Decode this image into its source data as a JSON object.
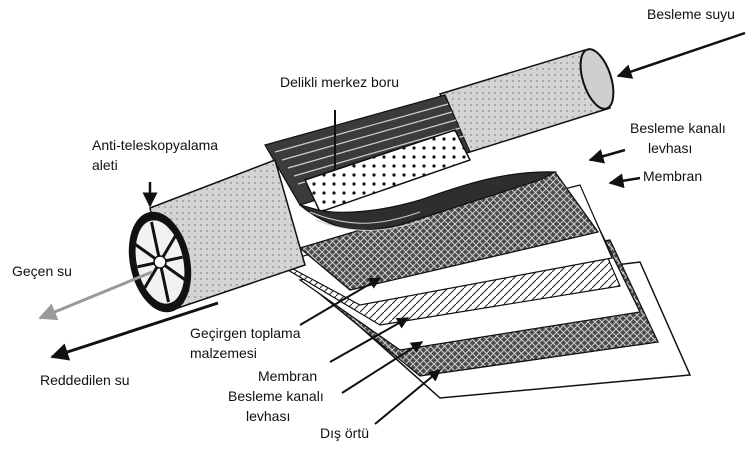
{
  "labels": {
    "besleme_suyu": "Besleme suyu",
    "delikli_merkez_boru": "Delikli merkez boru",
    "besleme_kanali_levhasi_top_line1": "Besleme kanalı",
    "besleme_kanali_levhasi_top_line2": "levhası",
    "membran_top": "Membran",
    "anti_teleskopyalama_line1": "Anti-teleskopyalama",
    "anti_teleskopyalama_line2": "aleti",
    "gecen_su": "Geçen su",
    "gecirgen_toplama_line1": "Geçirgen toplama",
    "gecirgen_toplama_line2": "malzemesi",
    "reddedilen_su": "Reddedilen su",
    "membran_bottom": "Membran",
    "besleme_kanali_levhasi_bottom_line1": "Besleme kanalı",
    "besleme_kanali_levhasi_bottom_line2": "levhası",
    "dis_ortu": "Dış örtü"
  },
  "colors": {
    "ink": "#111111",
    "module_shell": "#d9d9d9",
    "gecen_su_arrow": "#9a9a9a"
  }
}
